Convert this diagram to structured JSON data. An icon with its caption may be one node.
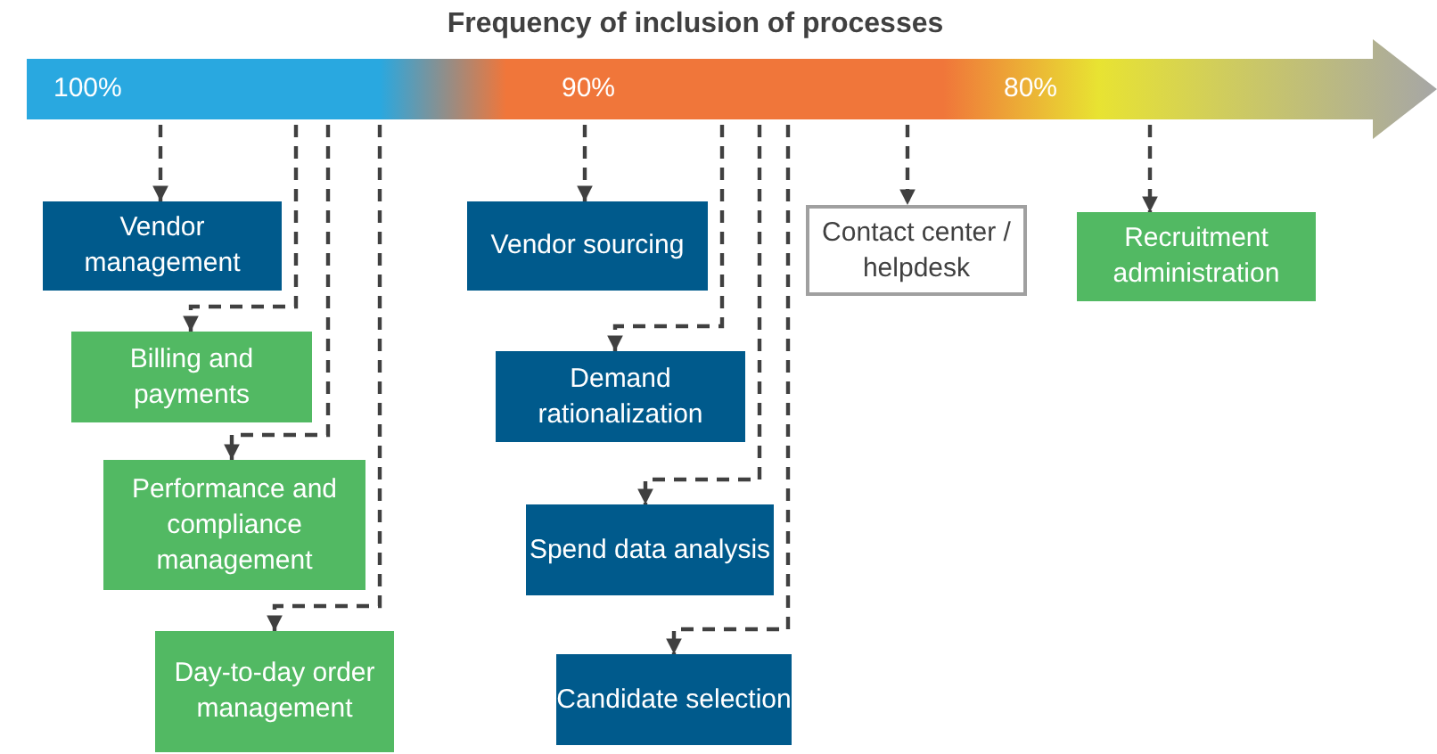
{
  "diagram": {
    "title": "Frequency of inclusion of processes",
    "nodes": [
      {
        "text": [
          "100%",
          "90%",
          "80%"
        ]
      },
      {
        "text": [
          "Vendor management"
        ]
      },
      {
        "text": [
          "Billing and payments"
        ]
      },
      {
        "text": [
          "Performance and compliance management"
        ]
      },
      {
        "text": [
          "Day-to-day order management"
        ]
      },
      {
        "text": [
          "Vendor sourcing"
        ]
      },
      {
        "text": [
          "Demand rationalization"
        ]
      },
      {
        "text": [
          "Spend data analysis"
        ]
      },
      {
        "text": [
          "Candidate selection"
        ]
      },
      {
        "text": [
          "Contact center / helpdesk"
        ]
      },
      {
        "text": [
          "Recruitment administration"
        ]
      }
    ],
    "edges": [
      {
        "from": 0,
        "to": 1,
        "arrow": "to",
        "style": "dashed"
      },
      {
        "from": 0,
        "to": 2,
        "arrow": "to",
        "style": "dashed"
      },
      {
        "from": 0,
        "to": 3,
        "arrow": "to",
        "style": "dashed"
      },
      {
        "from": 0,
        "to": 4,
        "arrow": "to",
        "style": "dashed"
      },
      {
        "from": 0,
        "to": 5,
        "arrow": "to",
        "style": "dashed"
      },
      {
        "from": 0,
        "to": 6,
        "arrow": "to",
        "style": "dashed"
      },
      {
        "from": 0,
        "to": 7,
        "arrow": "to",
        "style": "dashed"
      },
      {
        "from": 0,
        "to": 8,
        "arrow": "to",
        "style": "dashed"
      },
      {
        "from": 0,
        "to": 9,
        "arrow": "to",
        "style": "dashed"
      },
      {
        "from": 0,
        "to": 10,
        "arrow": "to",
        "style": "dashed"
      }
    ]
  }
}
